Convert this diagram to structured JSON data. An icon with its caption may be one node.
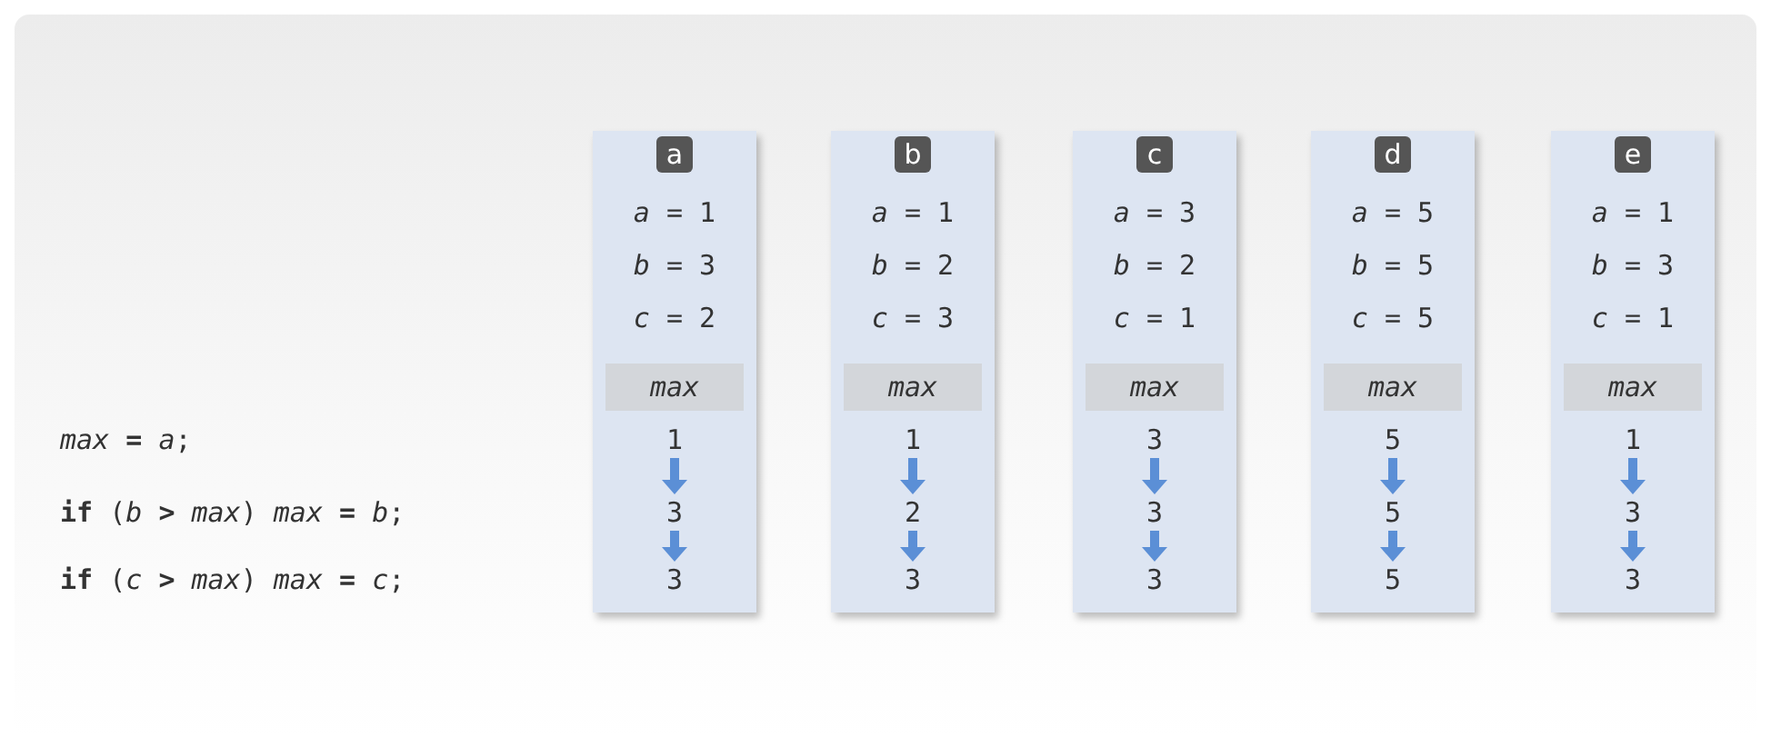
{
  "diagram": {
    "nodes": [
      {
        "text": [
          "*a* = 1",
          "*b* = 3",
          "*c* = 2"
        ]
      },
      {
        "text": [
          "a"
        ],
        "in": 0
      },
      {
        "text": [
          "max"
        ],
        "in": 0
      },
      {
        "text": [
          "1"
        ],
        "in": 0
      },
      {
        "text": [
          "3"
        ],
        "in": 0
      },
      {
        "text": [
          "3"
        ],
        "in": 0
      },
      {
        "text": [
          "*a* = 1",
          "*b* = 2",
          "*c* = 3"
        ]
      },
      {
        "text": [
          "b"
        ],
        "in": 6
      },
      {
        "text": [
          "max"
        ],
        "in": 6
      },
      {
        "text": [
          "1"
        ],
        "in": 6
      },
      {
        "text": [
          "2"
        ],
        "in": 6
      },
      {
        "text": [
          "3"
        ],
        "in": 6
      },
      {
        "text": [
          "*a* = 3",
          "*b* = 2",
          "*c* = 1"
        ]
      },
      {
        "text": [
          "c"
        ],
        "in": 12
      },
      {
        "text": [
          "max"
        ],
        "in": 12
      },
      {
        "text": [
          "3"
        ],
        "in": 12
      },
      {
        "text": [
          "3"
        ],
        "in": 12
      },
      {
        "text": [
          "3"
        ],
        "in": 12
      },
      {
        "text": [
          "*a* = 5",
          "*b* = 5",
          "*c* = 5"
        ]
      },
      {
        "text": [
          "d"
        ],
        "in": 18
      },
      {
        "text": [
          "max"
        ],
        "in": 18
      },
      {
        "text": [
          "5"
        ],
        "in": 18
      },
      {
        "text": [
          "5"
        ],
        "in": 18
      },
      {
        "text": [
          "5"
        ],
        "in": 18
      },
      {
        "text": [
          "*a* = 1",
          "*b* = 3",
          "*c* = 1"
        ]
      },
      {
        "text": [
          "e"
        ],
        "in": 24
      },
      {
        "text": [
          "max"
        ],
        "in": 24
      },
      {
        "text": [
          "1"
        ],
        "in": 24
      },
      {
        "text": [
          "3"
        ],
        "in": 24
      },
      {
        "text": [
          "3"
        ],
        "in": 24
      }
    ],
    "edges": [
      {
        "from": 3,
        "to": 4,
        "arrow": "to"
      },
      {
        "from": 4,
        "to": 5,
        "arrow": "to"
      },
      {
        "from": 9,
        "to": 10,
        "arrow": "to"
      },
      {
        "from": 10,
        "to": 11,
        "arrow": "to"
      },
      {
        "from": 15,
        "to": 16,
        "arrow": "to"
      },
      {
        "from": 16,
        "to": 17,
        "arrow": "to"
      },
      {
        "from": 21,
        "to": 22,
        "arrow": "to"
      },
      {
        "from": 22,
        "to": 23,
        "arrow": "to"
      },
      {
        "from": 27,
        "to": 28,
        "arrow": "to"
      },
      {
        "from": 28,
        "to": 29,
        "arrow": "to"
      }
    ],
    "labels": [
      "*max* **=** *a*;",
      "**if** (*b* **>** *max*) *max* **=** *b*;",
      "**if** (*c* **>** *max*) *max* **=** *c*;"
    ]
  }
}
